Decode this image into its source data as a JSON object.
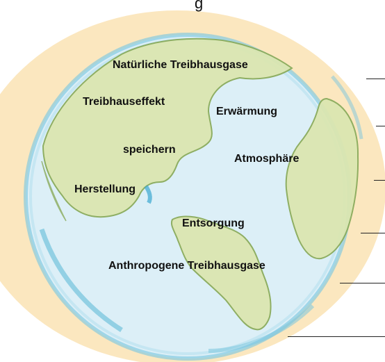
{
  "header": {
    "text": "g"
  },
  "terms": [
    "Natürliche Treibhausgase",
    "Treibhauseffekt",
    "Erwärmung",
    "speichern",
    "Atmosphäre",
    "Herstellung",
    "Entsorgung",
    "Anthropogene Treibhausgase"
  ],
  "colors": {
    "background_halo": "#fbe7bf",
    "ocean": "#d9eef6",
    "ocean_edge": "#58b8d8",
    "land": "#dbe6b2",
    "land_edge": "#9fb86a"
  },
  "answer_lines": {
    "count": 6
  }
}
